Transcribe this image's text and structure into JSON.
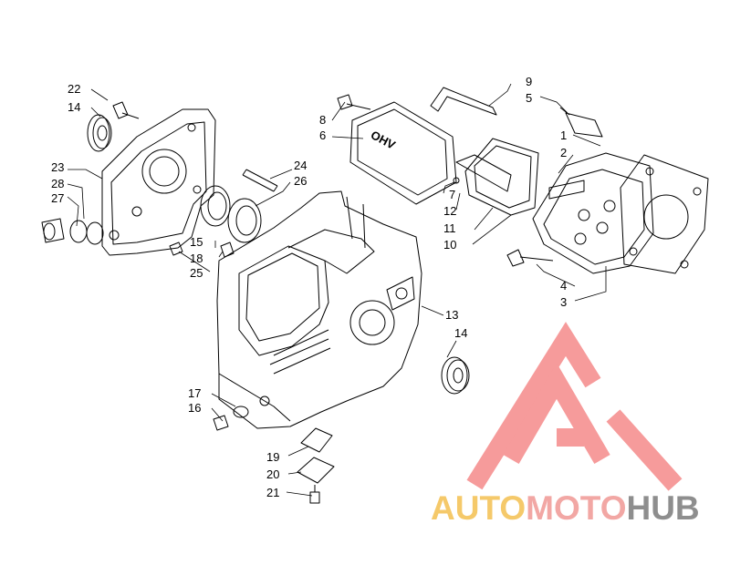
{
  "diagram": {
    "callouts": {
      "c1": "1",
      "c2": "2",
      "c3": "3",
      "c4": "4",
      "c5": "5",
      "c6": "6",
      "c7": "7",
      "c8": "8",
      "c9": "9",
      "c10": "10",
      "c11": "11",
      "c12": "12",
      "c13": "13",
      "c14a": "14",
      "c14b": "14",
      "c15": "15",
      "c16": "16",
      "c17": "17",
      "c18": "18",
      "c19": "19",
      "c20": "20",
      "c21": "21",
      "c22": "22",
      "c23": "23",
      "c24": "24",
      "c25": "25",
      "c26": "26",
      "c27": "27",
      "c28": "28"
    },
    "cover_text": "OHV"
  },
  "watermark": {
    "part1": "AUTO",
    "part2": "MOTO",
    "part3": "HUB",
    "colors": {
      "auto": "#f5c96a",
      "moto": "#f2a7a4",
      "hub": "#8e8e8e",
      "logo": "#f47a7a"
    }
  }
}
